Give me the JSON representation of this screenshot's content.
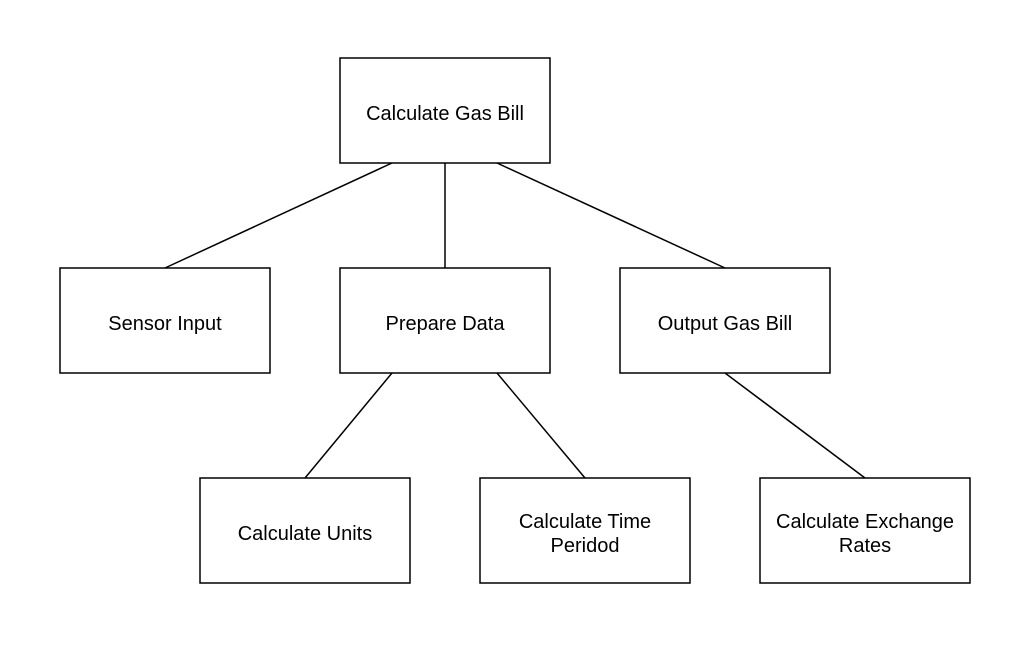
{
  "nodes": {
    "root": {
      "lines": [
        "Calculate Gas Bill"
      ]
    },
    "sensor_input": {
      "lines": [
        "Sensor Input"
      ]
    },
    "prepare_data": {
      "lines": [
        "Prepare Data"
      ]
    },
    "output_gas_bill": {
      "lines": [
        "Output Gas Bill"
      ]
    },
    "calculate_units": {
      "lines": [
        "Calculate Units"
      ]
    },
    "calculate_time_period": {
      "lines": [
        "Calculate Time",
        "Peridod"
      ]
    },
    "calculate_exchange_rates": {
      "lines": [
        "Calculate Exchange",
        "Rates"
      ]
    }
  },
  "edges": [
    {
      "from": "root",
      "to": "sensor_input"
    },
    {
      "from": "root",
      "to": "prepare_data"
    },
    {
      "from": "root",
      "to": "output_gas_bill"
    },
    {
      "from": "prepare_data",
      "to": "calculate_units"
    },
    {
      "from": "prepare_data",
      "to": "calculate_time_period"
    },
    {
      "from": "output_gas_bill",
      "to": "calculate_exchange_rates"
    }
  ],
  "colors": {
    "stroke": "#000000",
    "fill": "#ffffff",
    "text": "#000000"
  }
}
